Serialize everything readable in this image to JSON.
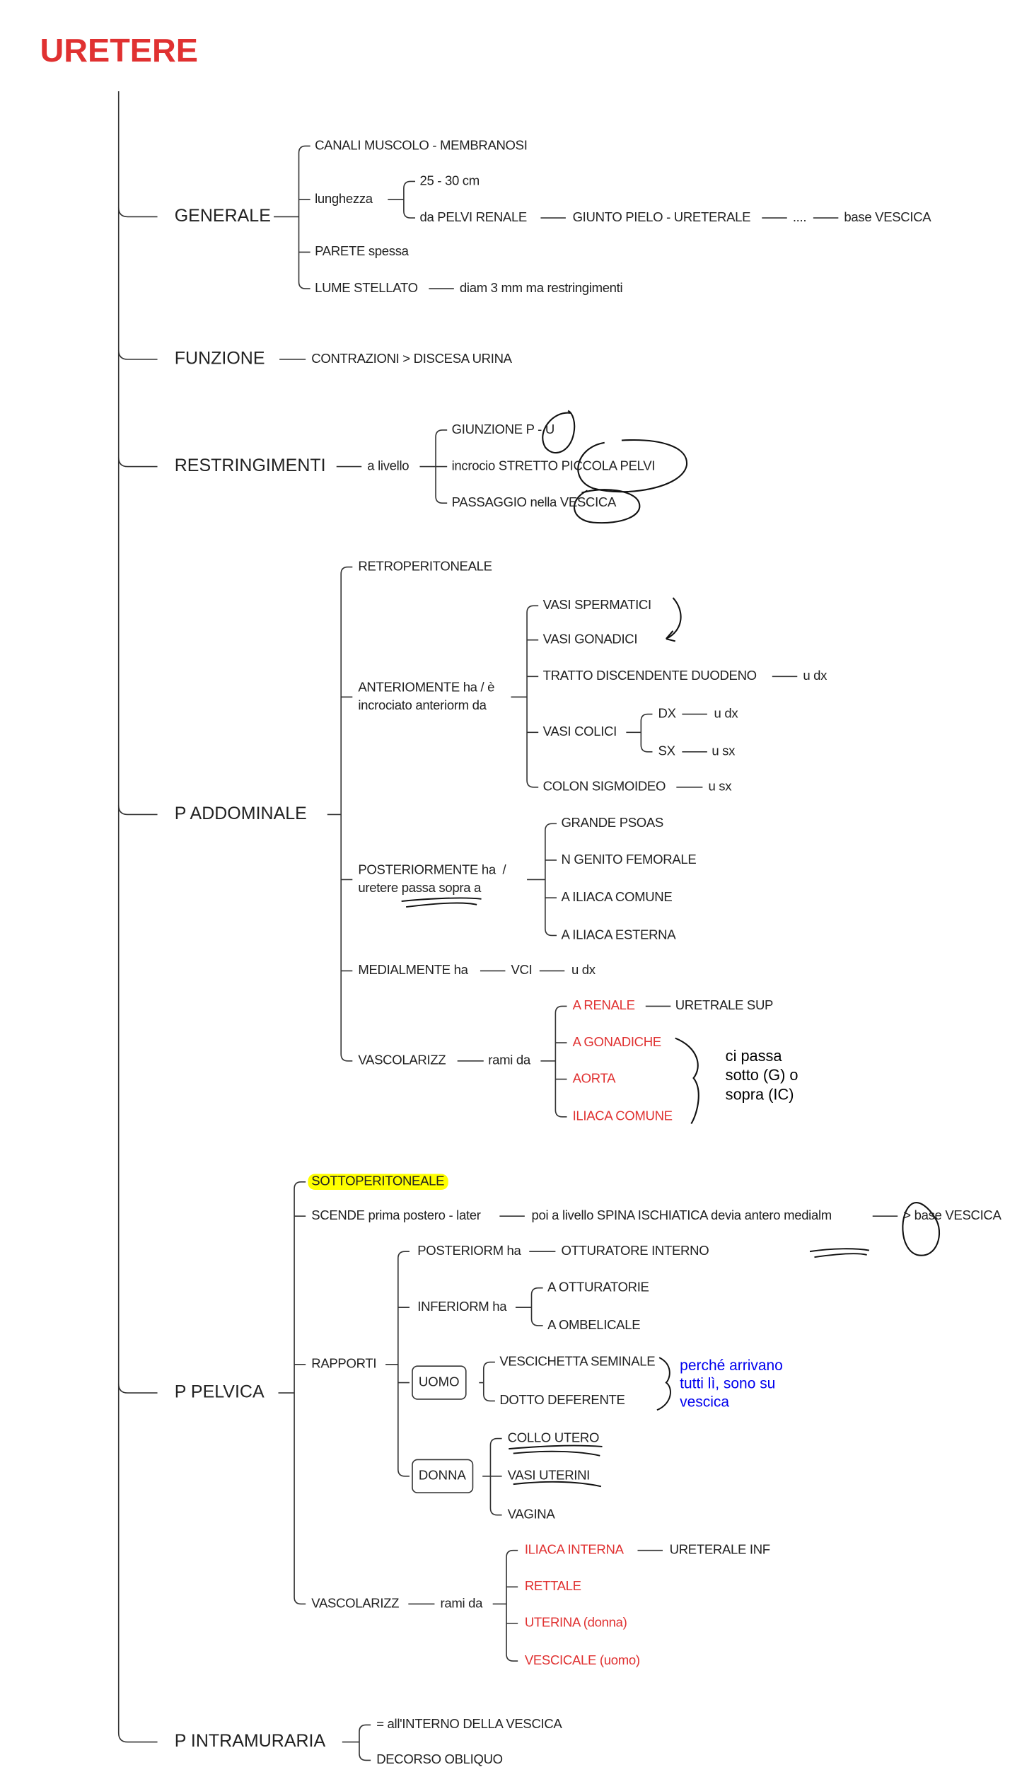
{
  "title": "URETERE",
  "colors": {
    "title": "#e03131",
    "red_text": "#e03131",
    "note_blue": "#0000ee",
    "highlight": "#ffff00"
  },
  "generale": {
    "label": "GENERALE",
    "canali": "CANALI MUSCOLO - MEMBRANOSI",
    "lunghezza": "lunghezza",
    "len_value": "25 - 30 cm",
    "da_pelvi": "da PELVI RENALE",
    "giunto": "GIUNTO PIELO - URETERALE",
    "dots": "....",
    "base": "base VESCICA",
    "parete": "PARETE spessa",
    "lume": "LUME STELLATO",
    "diam": "diam 3 mm ma restringimenti"
  },
  "funzione": {
    "label": "FUNZIONE",
    "contrazioni": "CONTRAZIONI > DISCESA URINA"
  },
  "restringimenti": {
    "label": "RESTRINGIMENTI",
    "a_livello": "a livello",
    "items": [
      "GIUNZIONE P - U",
      "incrocio STRETTO PICCOLA PELVI",
      "PASSAGGIO nella VESCICA"
    ]
  },
  "addominale": {
    "label": "P ADDOMINALE",
    "retro": "RETROPERITONEALE",
    "anteriormente": "ANTERIOMENTE ha / è\nincrociato anteriorm da",
    "ant_items": [
      "VASI SPERMATICI",
      "VASI GONADICI",
      "TRATTO DISCENDENTE DUODENO",
      "VASI COLICI",
      "COLON SIGMOIDEO"
    ],
    "duodeno_side": "u dx",
    "colici": {
      "dx": "DX",
      "dx_side": "u dx",
      "sx": "SX",
      "sx_side": "u sx"
    },
    "sigmoideo_side": "u sx",
    "posteriormente": "POSTERIORMENTE ha  /\nuretere passa sopra a",
    "post_items": [
      "GRANDE PSOAS",
      "N GENITO FEMORALE",
      "A ILIACA COMUNE",
      "A ILIACA ESTERNA"
    ],
    "medialmente": "MEDIALMENTE ha",
    "vci": "VCI",
    "vci_side": "u dx",
    "vascolarizz": "VASCOLARIZZ",
    "rami_da": "rami da",
    "vasc_items": [
      "A RENALE",
      "A GONADICHE",
      "AORTA",
      "ILIACA COMUNE"
    ],
    "renale_branch": "URETRALE SUP",
    "handwritten_note": "ci passa\nsotto (G) o\nsopra (IC)"
  },
  "pelvica": {
    "label": "P PELVICA",
    "sottoperitoneale": "SOTTOPERITONEALE",
    "scende": "SCENDE prima postero - later",
    "poi": "poi a livello SPINA ISCHIATICA devia antero medialm",
    "base": "> base VESCICA",
    "rapporti": "RAPPORTI",
    "posteriorm": "POSTERIORM ha",
    "otturatore": "OTTURATORE INTERNO",
    "inferiorm": "INFERIORM ha",
    "inf_items": [
      "A OTTURATORIE",
      "A OMBELICALE"
    ],
    "uomo": "UOMO",
    "uomo_items": [
      "VESCICHETTA SEMINALE",
      "DOTTO DEFERENTE"
    ],
    "uomo_note": "perché arrivano\ntutti lì, sono su\nvescica",
    "donna": "DONNA",
    "donna_items": [
      "COLLO UTERO",
      "VASI UTERINI",
      "VAGINA"
    ],
    "vascolarizz": "VASCOLARIZZ",
    "rami_da": "rami da",
    "vasc_items": [
      "ILIACA INTERNA",
      "RETTALE",
      "UTERINA (donna)",
      "VESCICALE (uomo)"
    ],
    "iliaca_branch": "URETERALE INF"
  },
  "intramuraria": {
    "label": "P INTRAMURARIA",
    "items": [
      "= all'INTERNO DELLA VESCICA",
      "DECORSO OBLIQUO"
    ]
  }
}
